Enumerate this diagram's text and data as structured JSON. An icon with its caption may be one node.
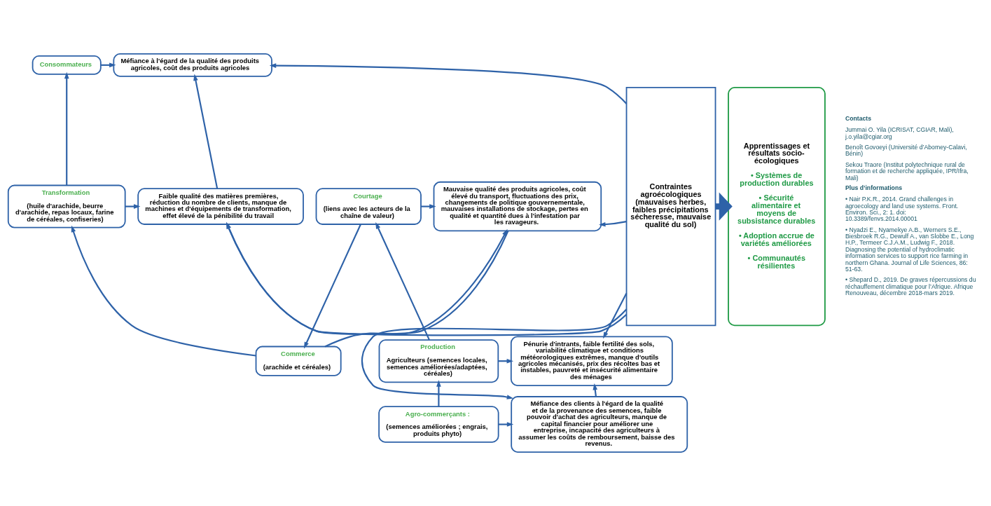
{
  "diagram": {
    "nodes": [
      {
        "text": [
          "Consommateurs"
        ]
      },
      {
        "text": [
          "Transformation",
          "(huile d'arachide, beurre d'arachide, repas locaux, farine de céréales, confiseries)"
        ]
      },
      {
        "text": [
          "Commerce",
          "(arachide et céréales)"
        ]
      },
      {
        "text": [
          "Courtage",
          "(liens avec les acteurs de la chaîne de valeur)"
        ]
      },
      {
        "text": [
          "Production",
          "Agriculteurs (semences locales, semences améliorées/adaptées, céréales)"
        ]
      },
      {
        "text": [
          "Agro-commerçants :",
          "(semences améliorées ; engrais, produits phyto)"
        ]
      },
      {
        "text": [
          "Méfiance à l'égard de la qualité des produits agricoles, coût des produits agricoles"
        ]
      },
      {
        "text": [
          "Faible qualité des matières premières, réduction du nombre de clients, manque de machines et d'équipements de transformation, effet élevé de la pénibilité du travail"
        ]
      },
      {
        "text": [
          "Mauvaise qualité des produits agricoles, coût élevé du transport, fluctuations des prix, changements de politique gouvernementale, mauvaises installations de stockage, pertes en qualité et quantité dues à l'infestation par les ravageurs."
        ]
      },
      {
        "text": [
          "Pénurie d'intrants, faible fertilité des sols, variabilité climatique et conditions météorologiques extrêmes, manque d'outils agricoles mécanisés, prix des récoltes bas et instables, pauvreté et insécurité alimentaire des ménages"
        ]
      },
      {
        "text": [
          "Méfiance des clients à l'égard de la qualité et de la provenance des semences, faible pouvoir d'achat des agriculteurs, manque de capital financier pour améliorer une entreprise, incapacité des agriculteurs à assumer les coûts de remboursement, baisse des revenus."
        ]
      },
      {
        "text": [
          "Contraintes agroécologiques (mauvaises herbes, faibles précipitations sécheresse, mauvaise qualité du sol)"
        ]
      },
      {
        "text": [
          "Apprentissages et résultats socio-écologiques",
          "• Systèmes de production durables",
          "• Sécurité alimentaire et moyens de subsistance durables",
          "• Adoption accrue de variétés améliorées",
          "• Communautés résilientes"
        ]
      }
    ],
    "edges": [
      {
        "from": 5,
        "to": 4,
        "arrow": "to"
      },
      {
        "from": 4,
        "to": 3,
        "arrow": "to"
      },
      {
        "from": 3,
        "to": 2,
        "arrow": "to"
      },
      {
        "from": 2,
        "to": 1,
        "arrow": "to"
      },
      {
        "from": 1,
        "to": 0,
        "arrow": "to"
      },
      {
        "from": 0,
        "to": 6,
        "arrow": "to"
      },
      {
        "from": 1,
        "to": 7,
        "arrow": "to"
      },
      {
        "from": 2,
        "to": 8,
        "arrow": "to"
      },
      {
        "from": 3,
        "to": 8,
        "arrow": "to"
      },
      {
        "from": 4,
        "to": 9,
        "arrow": "to"
      },
      {
        "from": 5,
        "to": 10,
        "arrow": "to"
      },
      {
        "from": 10,
        "to": 9,
        "arrow": "to"
      },
      {
        "from": 8,
        "to": 7,
        "arrow": "to"
      },
      {
        "from": 7,
        "to": 6,
        "arrow": "to"
      },
      {
        "from": 11,
        "to": 6,
        "arrow": "to"
      },
      {
        "from": 11,
        "to": 7,
        "arrow": "to"
      },
      {
        "from": 11,
        "to": 8,
        "arrow": "to"
      },
      {
        "from": 11,
        "to": 9,
        "arrow": "to"
      },
      {
        "from": 11,
        "to": 10,
        "arrow": "to"
      },
      {
        "from": 11,
        "to": 12,
        "arrow": "to",
        "style": "thick"
      }
    ],
    "labels": [
      "Contacts",
      "Jummai O. Yila (ICRISAT, CGIAR, Mali), j.o.yila@cgiar.org",
      "Benoît Govoeyi (Université d’Abomey-Calavi, Bénin)",
      "Sekou Traore (Institut polytechnique rural de formation et de recherche appliquée, IPR/Ifra, Mali)",
      "Plus d’informations",
      "• Nair P.K.R., 2014. Grand challenges in agroecology and land use systems. Front. Environ. Sci., 2: 1. doi: 10.3389/fenvs.2014.00001",
      "• Nyadzi E., Nyamekye A.B., Werners S.E., Biesbroek R.G., Dewulf A., van Slobbe E., Long H.P., Termeer C.J.A.M., Ludwig F., 2018. Diagnosing the potential of hydroclimatic information services to support rice farming in northern Ghana. Journal of Life Sciences, 86: 51-63.",
      "• Shepard D., 2019. De graves répercussions du réchauffement climatique pour l’Afrique. Afrique Renouveau, décembre 2018-mars 2019."
    ]
  }
}
